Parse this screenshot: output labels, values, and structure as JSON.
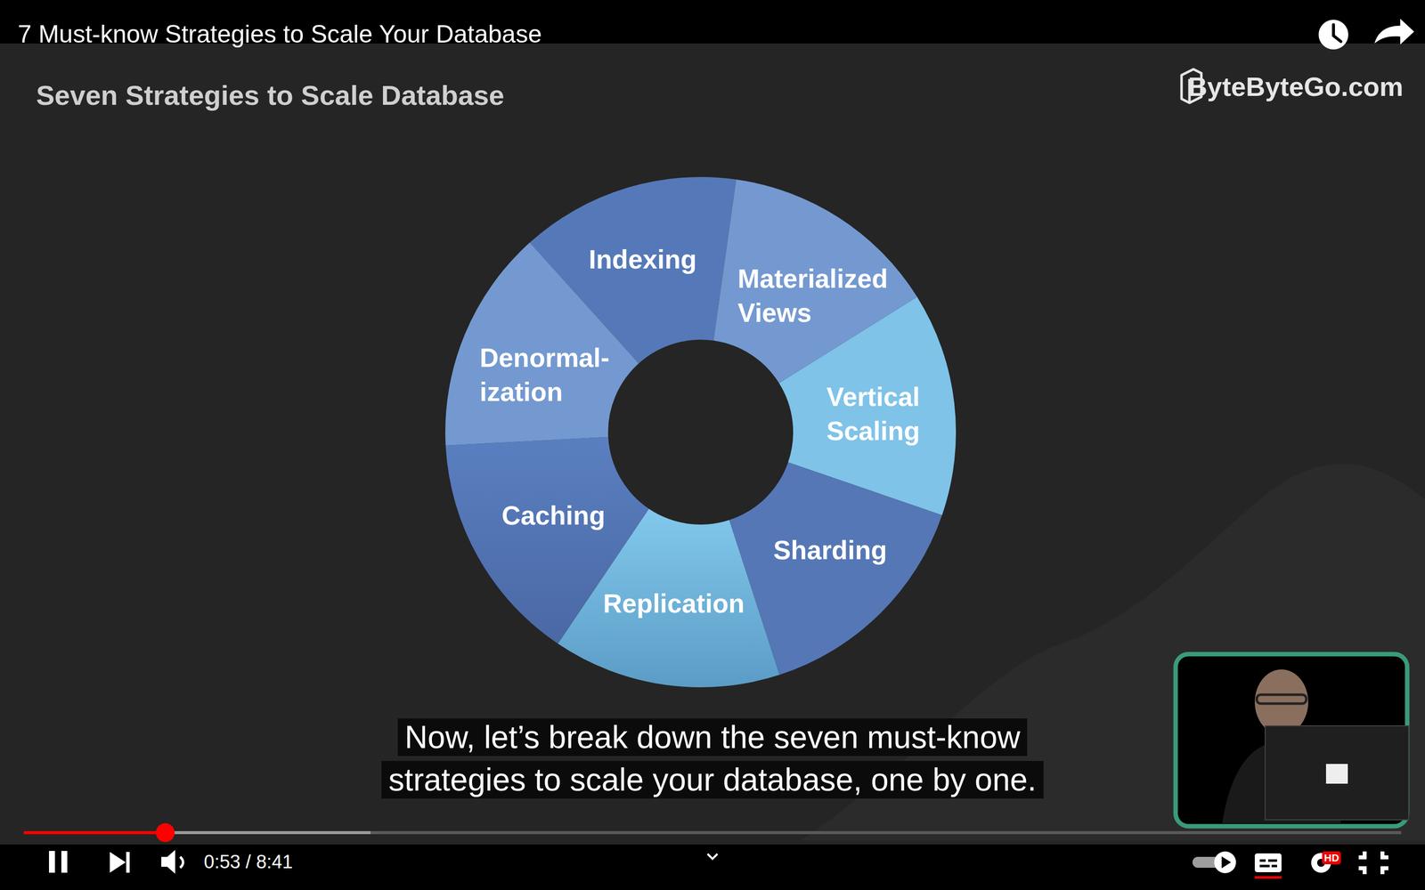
{
  "diagram": {
    "title": "Seven Strategies to Scale Database",
    "nodes": [
      {
        "text": [
          "Indexing"
        ]
      },
      {
        "text": [
          "Materialized Views"
        ]
      },
      {
        "text": [
          "Vertical Scaling"
        ]
      },
      {
        "text": [
          "Sharding"
        ]
      },
      {
        "text": [
          "Replication"
        ]
      },
      {
        "text": [
          "Caching"
        ]
      },
      {
        "text": [
          "Denormal- ization"
        ]
      }
    ],
    "labels": [
      "7 Must-know Strategies to Scale Your Database",
      "ByteByteGo.com",
      "Now, let’s break down the seven must-know strategies to scale your database, one by one.",
      "0:53 / 8:41",
      "HD"
    ]
  }
}
